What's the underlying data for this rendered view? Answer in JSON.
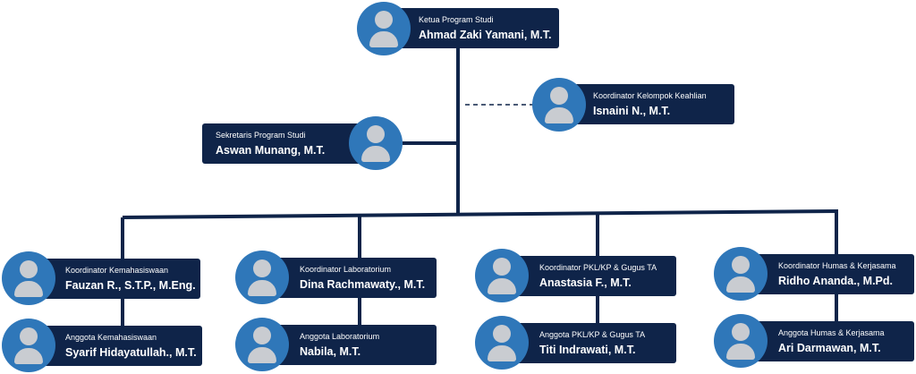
{
  "colors": {
    "card": "#0f2449",
    "avatar": "#2f77b9",
    "person": "#c9ccd1",
    "line": "#0f2449"
  },
  "avatar_icon": "person-silhouette-icon",
  "ketua": {
    "role": "Ketua Program Studi",
    "name": "Ahmad Zaki Yamani, M.T."
  },
  "kk": {
    "role": "Koordinator Kelompok Keahlian",
    "name": "Isnaini N., M.T."
  },
  "sekretaris": {
    "role": "Sekretaris Program Studi",
    "name": "Aswan Munang, M.T."
  },
  "koordinator": [
    {
      "role": "Koordinator Kemahasiswaan",
      "name": "Fauzan R., S.T.P., M.Eng."
    },
    {
      "role": "Koordinator Laboratorium",
      "name": "Dina Rachmawaty., M.T."
    },
    {
      "role": "Koordinator PKL/KP & Gugus TA",
      "name": "Anastasia F., M.T."
    },
    {
      "role": "Koordinator Humas & Kerjasama",
      "name": "Ridho Ananda., M.Pd."
    }
  ],
  "anggota": [
    {
      "role": "Anggota Kemahasiswaan",
      "name": "Syarif Hidayatullah., M.T."
    },
    {
      "role": "Anggota Laboratorium",
      "name": "Nabila, M.T."
    },
    {
      "role": "Anggota PKL/KP & Gugus TA",
      "name": "Titi Indrawati, M.T."
    },
    {
      "role": "Anggota Humas & Kerjasama",
      "name": "Ari Darmawan, M.T."
    }
  ]
}
